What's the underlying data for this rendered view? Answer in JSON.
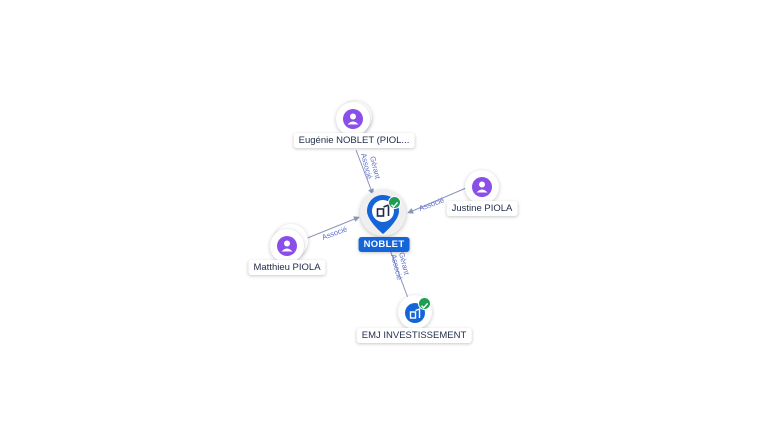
{
  "center": {
    "label": "NOBLET",
    "verified": true
  },
  "nodes": [
    {
      "id": "eugenie",
      "label": "Eugénie NOBLET (PIOL...",
      "type": "person"
    },
    {
      "id": "justine",
      "label": "Justine PIOLA",
      "type": "person"
    },
    {
      "id": "matthieu",
      "label": "Matthieu PIOLA",
      "type": "person"
    },
    {
      "id": "emj",
      "label": "EMJ INVESTISSEMENT",
      "type": "company",
      "verified": true
    }
  ],
  "edges": [
    {
      "from": "eugenie",
      "to": "center",
      "labels": [
        "Gérant",
        "Associé"
      ]
    },
    {
      "from": "justine",
      "to": "center",
      "labels": [
        "Associé"
      ]
    },
    {
      "from": "matthieu",
      "to": "center",
      "labels": [
        "Associé"
      ]
    },
    {
      "from": "center",
      "to": "emj",
      "labels": [
        "Gérant",
        "Associé"
      ]
    }
  ],
  "colors": {
    "accent": "#1565d8",
    "person": "#8a4fe8",
    "verified": "#1e9e54",
    "edge": "#8a96b8",
    "edge_label": "#5a6ed0"
  }
}
